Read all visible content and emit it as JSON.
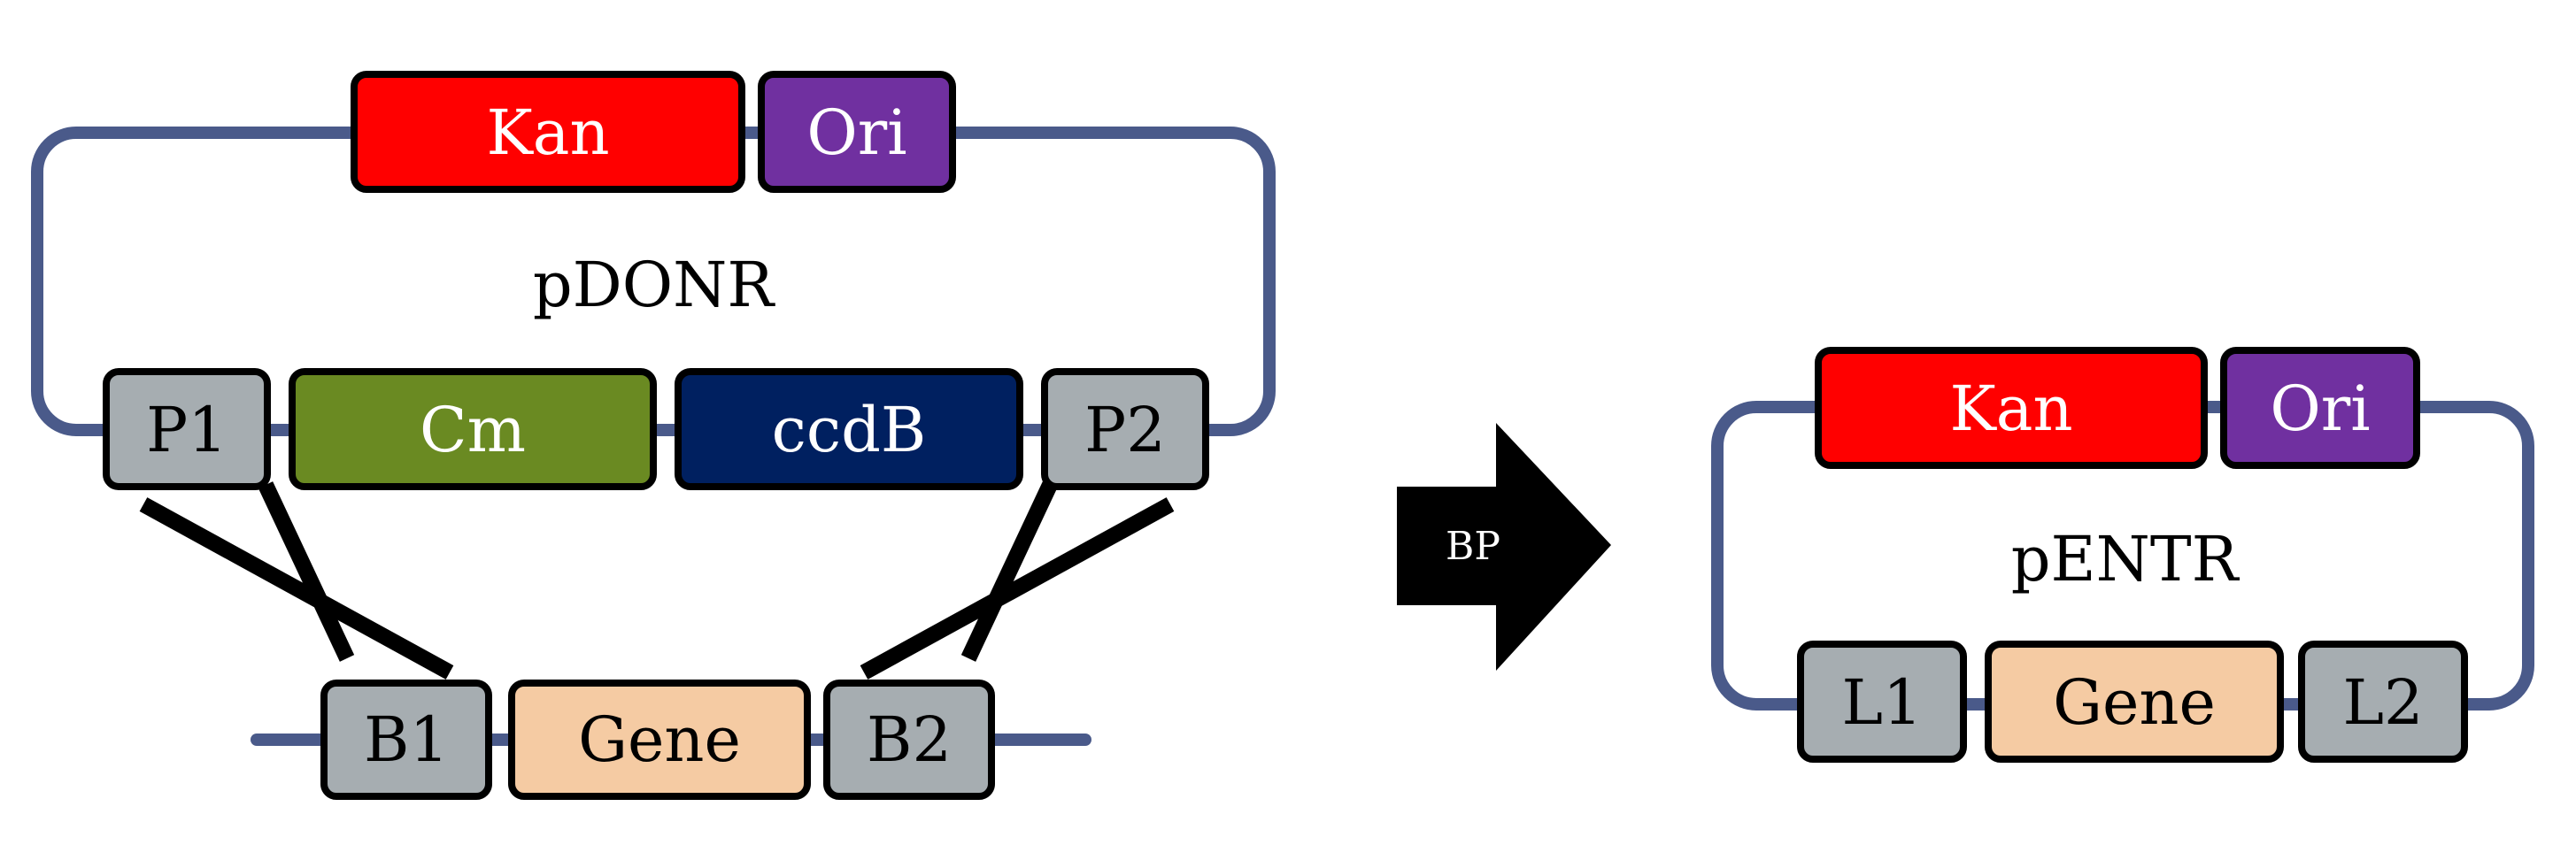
{
  "pdonr": {
    "name": "pDONR",
    "kan": "Kan",
    "ori": "Ori",
    "p1": "P1",
    "cm": "Cm",
    "ccdb": "ccdB",
    "p2": "P2"
  },
  "insert": {
    "b1": "B1",
    "gene": "Gene",
    "b2": "B2"
  },
  "reaction": {
    "label": "BP"
  },
  "pentr": {
    "name": "pENTR",
    "kan": "Kan",
    "ori": "Ori",
    "l1": "L1",
    "gene": "Gene",
    "l2": "L2"
  },
  "colors": {
    "backbone": "#4a5a8a",
    "kan": "#ff0000",
    "ori": "#7030a0",
    "att_site": "#a6adb1",
    "cm": "#6a8a22",
    "ccdb": "#002060",
    "gene": "#f5cba3",
    "arrow": "#000000"
  }
}
